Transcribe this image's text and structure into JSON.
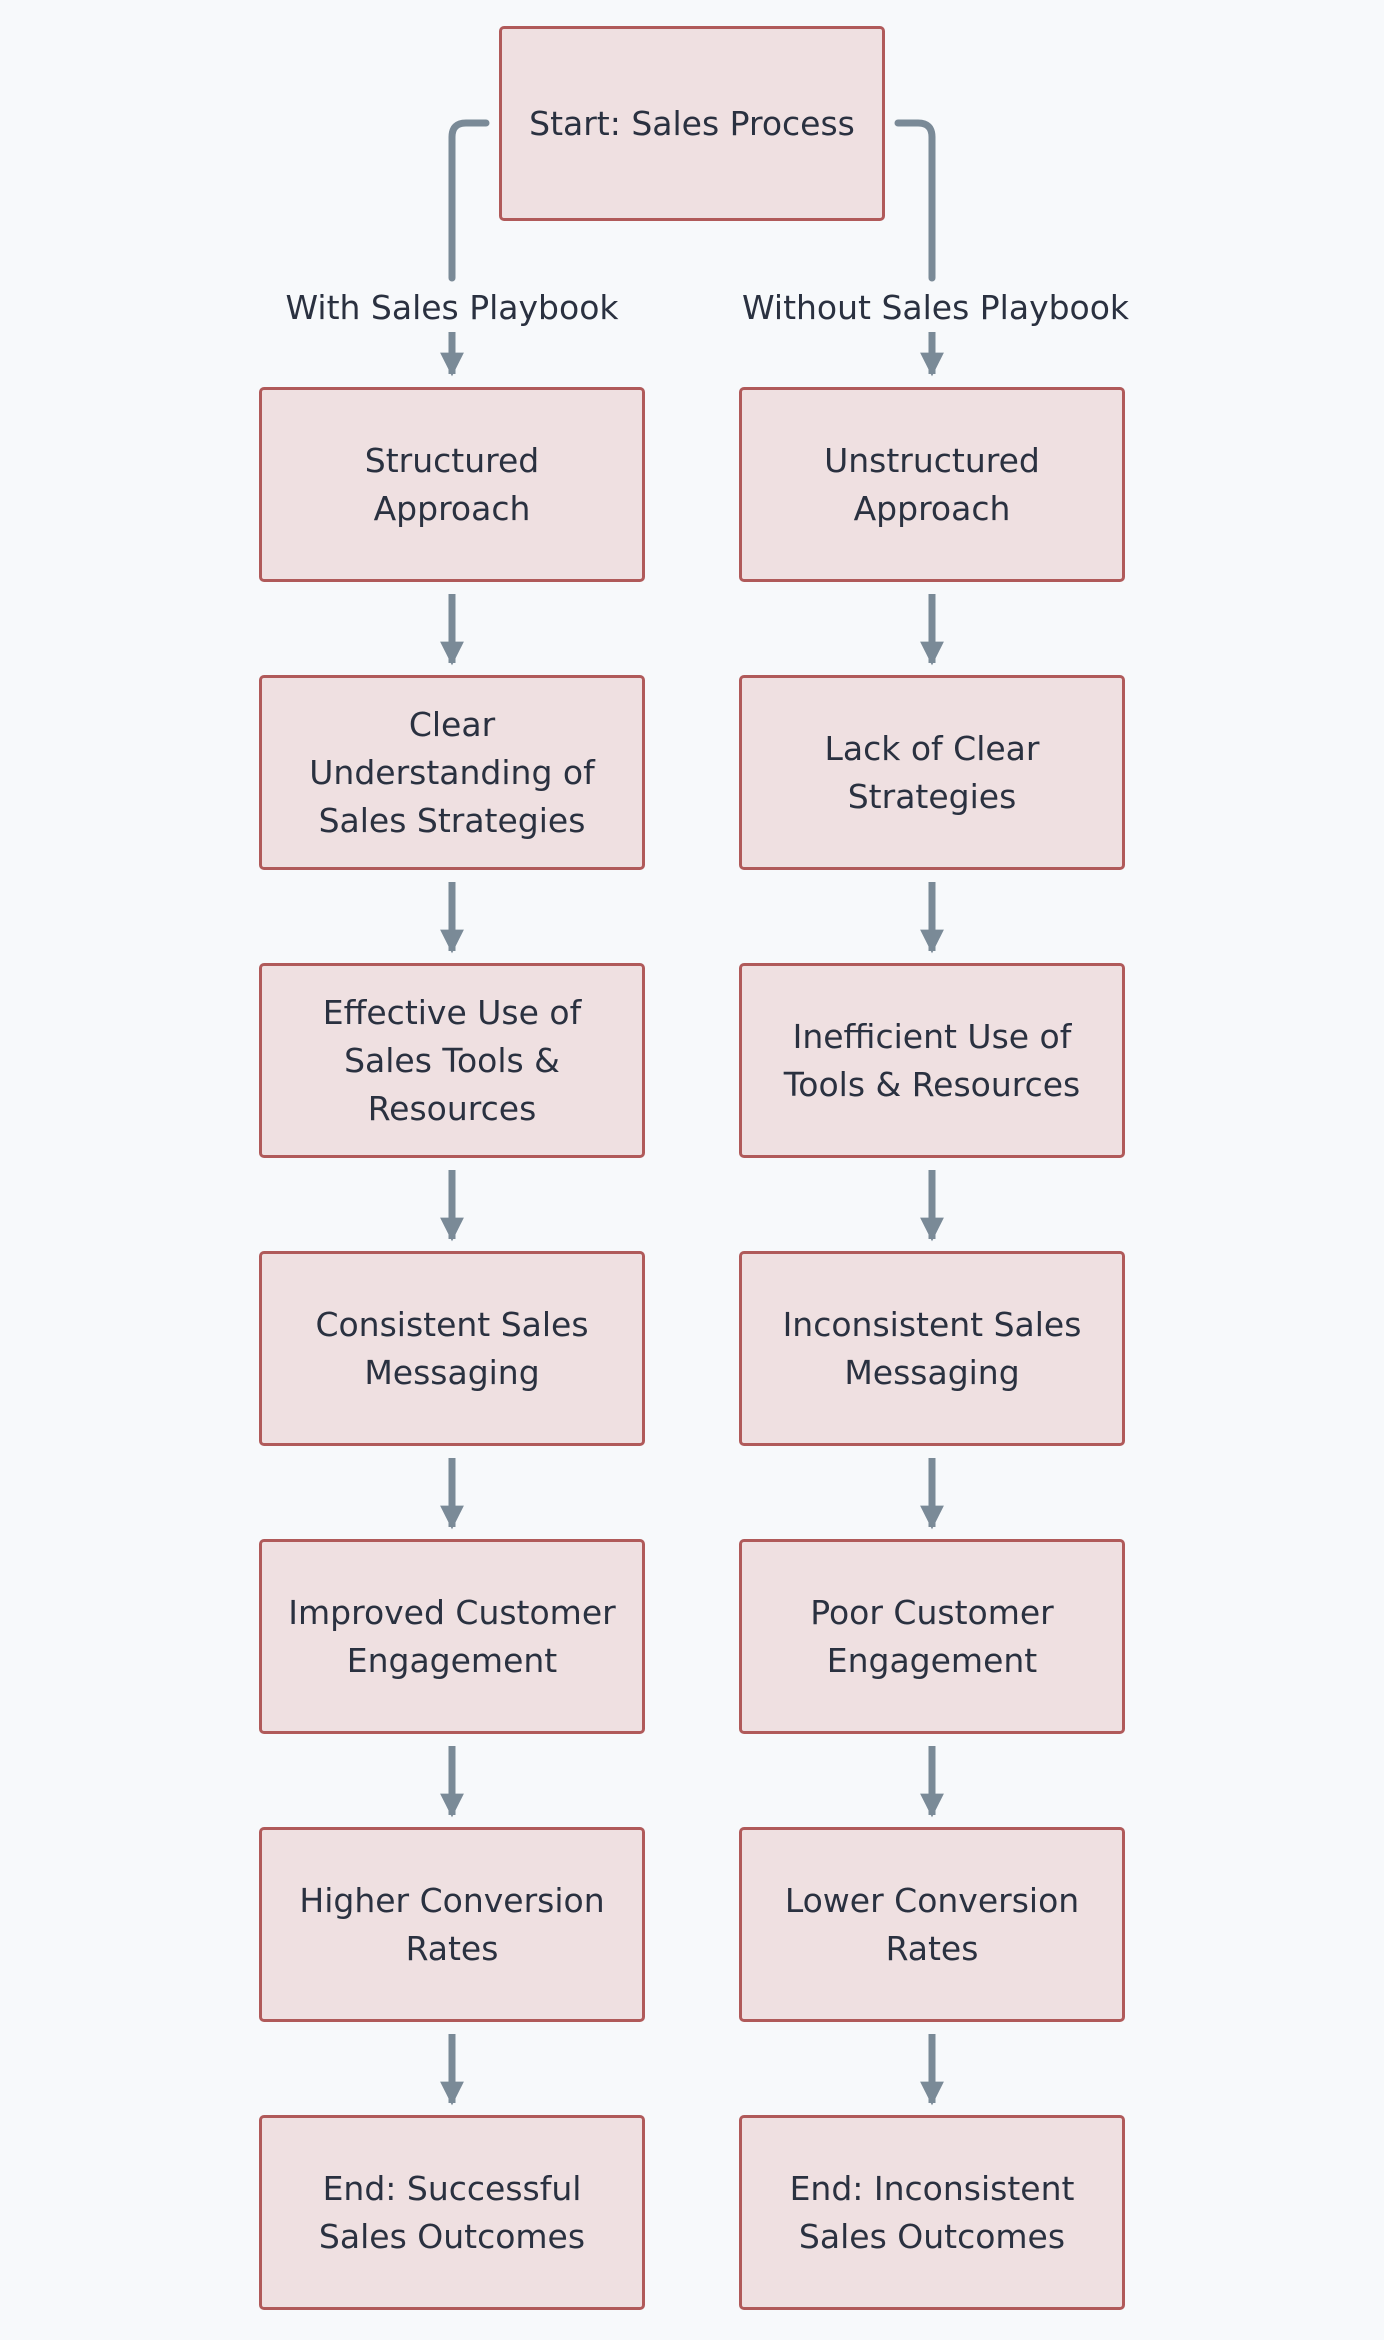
{
  "colors": {
    "background": "#f7f9fb",
    "node_fill": "#efe0e1",
    "node_border": "#b05a5a",
    "edge": "#7a8a97",
    "text": "#2a3140"
  },
  "start": "Start: Sales Process",
  "branch_labels": {
    "left": "With Sales Playbook",
    "right": "Without Sales Playbook"
  },
  "left_column": [
    "Structured Approach",
    "Clear Understanding of Sales Strategies",
    "Effective Use of Sales Tools & Resources",
    "Consistent Sales Messaging",
    "Improved Customer Engagement",
    "Higher Conversion Rates",
    "End: Successful Sales Outcomes"
  ],
  "right_column": [
    "Unstructured Approach",
    "Lack of Clear Strategies",
    "Inefficient Use of Tools & Resources",
    "Inconsistent Sales Messaging",
    "Poor Customer Engagement",
    "Lower Conversion Rates",
    "End: Inconsistent Sales Outcomes"
  ]
}
